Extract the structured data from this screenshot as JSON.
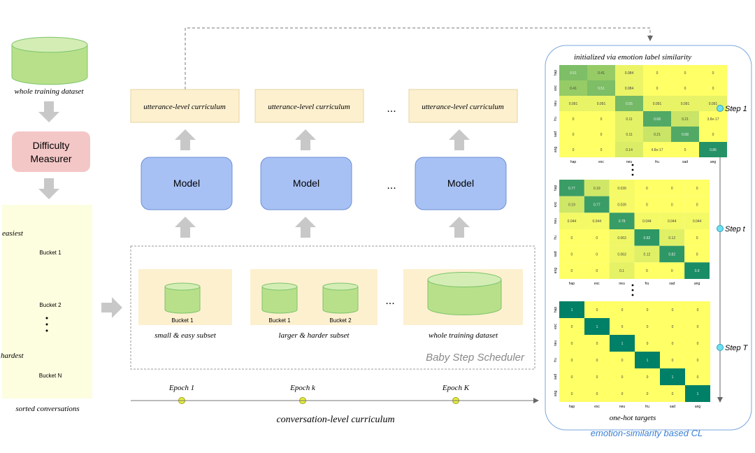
{
  "left": {
    "dataset_label": "whole training dataset",
    "difficulty_measurer": [
      "Difficulty",
      "Measurer"
    ],
    "easiest": "easiest",
    "hardest": "hardest",
    "buckets": [
      "Bucket 1",
      "Bucket 2",
      "Bucket N"
    ],
    "sorted_label": "sorted conversations"
  },
  "middle": {
    "utterance_boxes": [
      "utterance-level curriculum",
      "utterance-level curriculum",
      "utterance-level curriculum"
    ],
    "model_boxes": [
      "Model",
      "Model",
      "Model"
    ],
    "ellipsis": "...",
    "subsets": [
      {
        "buckets": [
          "Bucket 1"
        ],
        "label": "small & easy subset"
      },
      {
        "buckets": [
          "Bucket 1",
          "Bucket 2"
        ],
        "label": "larger & harder subset"
      },
      {
        "buckets": [],
        "label": "whole training dataset"
      }
    ],
    "scheduler_label": "Baby Step Scheduler",
    "epochs": [
      "Epoch 1",
      "Epoch k",
      "Epoch K"
    ],
    "conversation_label": "conversation-level curriculum"
  },
  "right": {
    "title": "initialized via emotion label similarity",
    "bottom_label": "one-hot targets",
    "panel_label": "emotion-similarity based CL",
    "steps": [
      "Step 1",
      "Step t",
      "Step T"
    ],
    "emotions": [
      "hap",
      "exc",
      "neu",
      "fru",
      "sad",
      "ang"
    ],
    "matrices": [
      [
        [
          "0.51",
          "0.41",
          "0.084",
          "0",
          "0",
          "0"
        ],
        [
          "0.41",
          "0.51",
          "0.084",
          "0",
          "0",
          "0"
        ],
        [
          "0.091",
          "0.091",
          "0.55",
          "0.091",
          "0.091",
          "0.091"
        ],
        [
          "0",
          "0",
          "0.11",
          "0.68",
          "0.21",
          "3.8e-17"
        ],
        [
          "0",
          "0",
          "0.11",
          "0.21",
          "0.68",
          "0"
        ],
        [
          "0",
          "0",
          "0.14",
          "4.8e-17",
          "0",
          "0.86"
        ]
      ],
      [
        [
          "0.77",
          "0.19",
          "0.039",
          "0",
          "0",
          "0"
        ],
        [
          "0.19",
          "0.77",
          "0.039",
          "0",
          "0",
          "0"
        ],
        [
          "0.044",
          "0.044",
          "0.78",
          "0.044",
          "0.044",
          "0.044"
        ],
        [
          "0",
          "0",
          "0.063",
          "0.82",
          "0.12",
          "0"
        ],
        [
          "0",
          "0",
          "0.063",
          "0.12",
          "0.82",
          "0"
        ],
        [
          "0",
          "0",
          "0.1",
          "0",
          "0",
          "0.9"
        ]
      ],
      [
        [
          "1",
          "0",
          "0",
          "0",
          "0",
          "0"
        ],
        [
          "0",
          "1",
          "0",
          "0",
          "0",
          "0"
        ],
        [
          "0",
          "0",
          "1",
          "0",
          "0",
          "0"
        ],
        [
          "0",
          "0",
          "0",
          "1",
          "0",
          "0"
        ],
        [
          "0",
          "0",
          "0",
          "0",
          "1",
          "0"
        ],
        [
          "0",
          "0",
          "0",
          "0",
          "0",
          "1"
        ]
      ]
    ]
  },
  "colors": {
    "cylinder": "#b8e08a",
    "cylinder_top": "#d4edb5",
    "measurer": "#f4c7c7",
    "model": "#a7c1f4",
    "curriculum": "#fdf0cf",
    "panel_border": "#7aa6dc",
    "cl_label": "#3a7fd5",
    "low": "#ffff66",
    "high": "#007f66"
  }
}
